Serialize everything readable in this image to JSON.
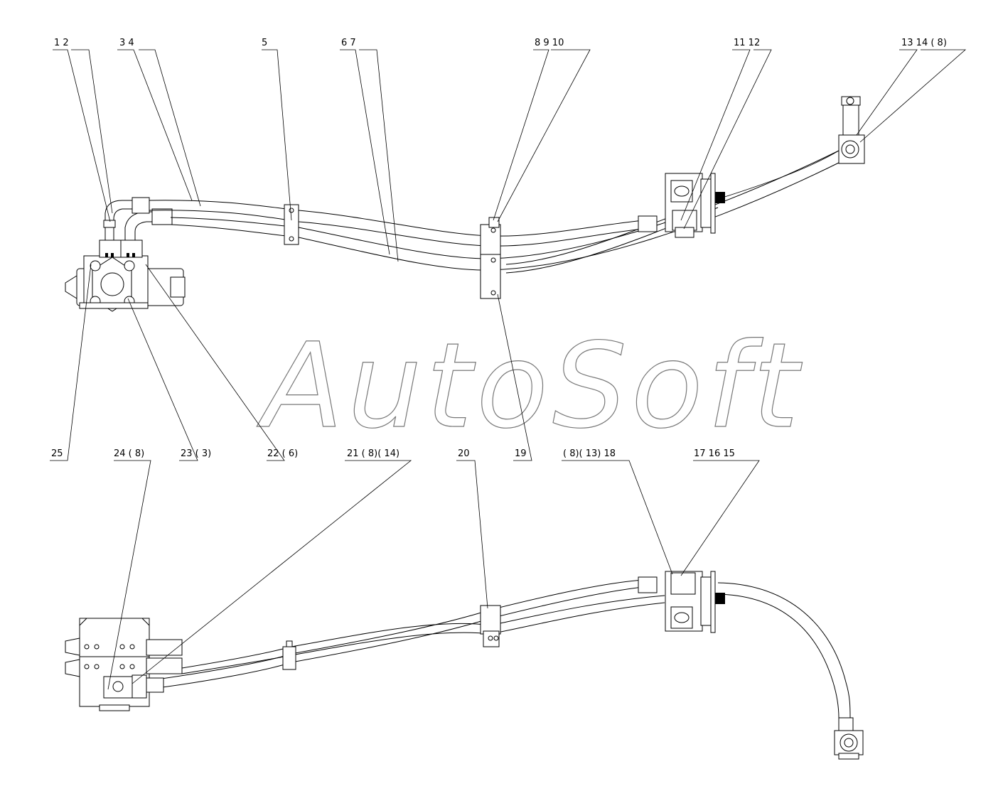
{
  "watermark": "AutoSoft",
  "callouts_top": [
    {
      "label": "1   2"
    },
    {
      "label": "3   4"
    },
    {
      "label": "5"
    },
    {
      "label": "6   7"
    },
    {
      "label": "8   9   10"
    },
    {
      "label": "11   12"
    },
    {
      "label": "13   14 ( 8)"
    }
  ],
  "callouts_middle": [
    {
      "label": "25"
    },
    {
      "label": "24 ( 8)"
    },
    {
      "label": "23 ( 3)"
    },
    {
      "label": "22 ( 6)"
    },
    {
      "label": "21 ( 8)( 14)"
    },
    {
      "label": "20"
    },
    {
      "label": "19"
    },
    {
      "label": "( 8)( 13)  18"
    },
    {
      "label": "17   16   15"
    }
  ]
}
